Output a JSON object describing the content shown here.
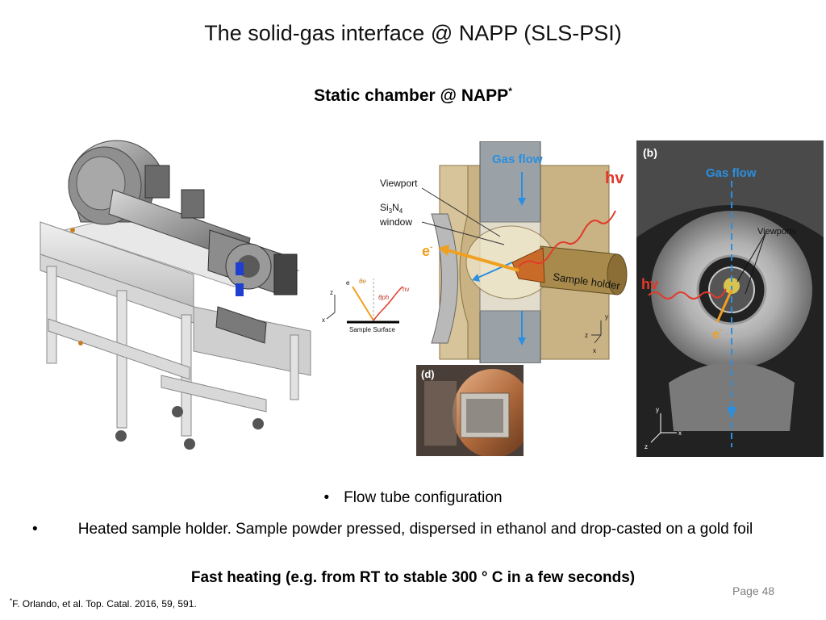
{
  "slide": {
    "title": "The solid-gas interface @ NAPP (SLS-PSI)",
    "subtitle": "Static chamber @ NAPP",
    "subtitle_marker": "*"
  },
  "figure_cutaway": {
    "gas_flow": "Gas flow",
    "hv": "hv",
    "viewport": "Viewport",
    "window_line1": "Si",
    "window_sub1": "3",
    "window_mid": "N",
    "window_sub2": "4",
    "window_line2": "window",
    "electron": "e",
    "electron_sup": "-",
    "sample_holder": "Sample holder",
    "inset": {
      "e": "e",
      "theta_e": "θe",
      "theta_ph": "θph",
      "hv": "hv",
      "z": "z",
      "x": "x",
      "surface": "Sample Surface"
    },
    "axes": {
      "y": "y",
      "z": "z",
      "x": "x"
    }
  },
  "figure_b": {
    "panel_label": "(b)",
    "gas_flow": "Gas flow",
    "viewports": "Viewports",
    "hv": "hv",
    "electron": "e",
    "electron_sup": "-",
    "axes": {
      "y": "y",
      "z": "z",
      "x": "x"
    }
  },
  "figure_d": {
    "panel_label": "(d)"
  },
  "bullets": [
    {
      "marker": "•",
      "text": "Flow tube configuration"
    },
    {
      "marker": "•",
      "text": "Heated sample holder. Sample powder pressed, dispersed in ethanol and drop-casted on a gold foil"
    }
  ],
  "emphasis": "Fast heating (e.g. from RT to stable 300 ° C in a few seconds)",
  "page_number": "Page 48",
  "footnote": {
    "marker": "*",
    "text": "F. Orlando, et al. Top. Catal. 2016, 59, 591."
  },
  "colors": {
    "gas_flow": "#2a8fe0",
    "hv": "#e23a2a",
    "electron": "#f0a020",
    "brass": "#b89560",
    "frame": "#cfcfcf"
  }
}
